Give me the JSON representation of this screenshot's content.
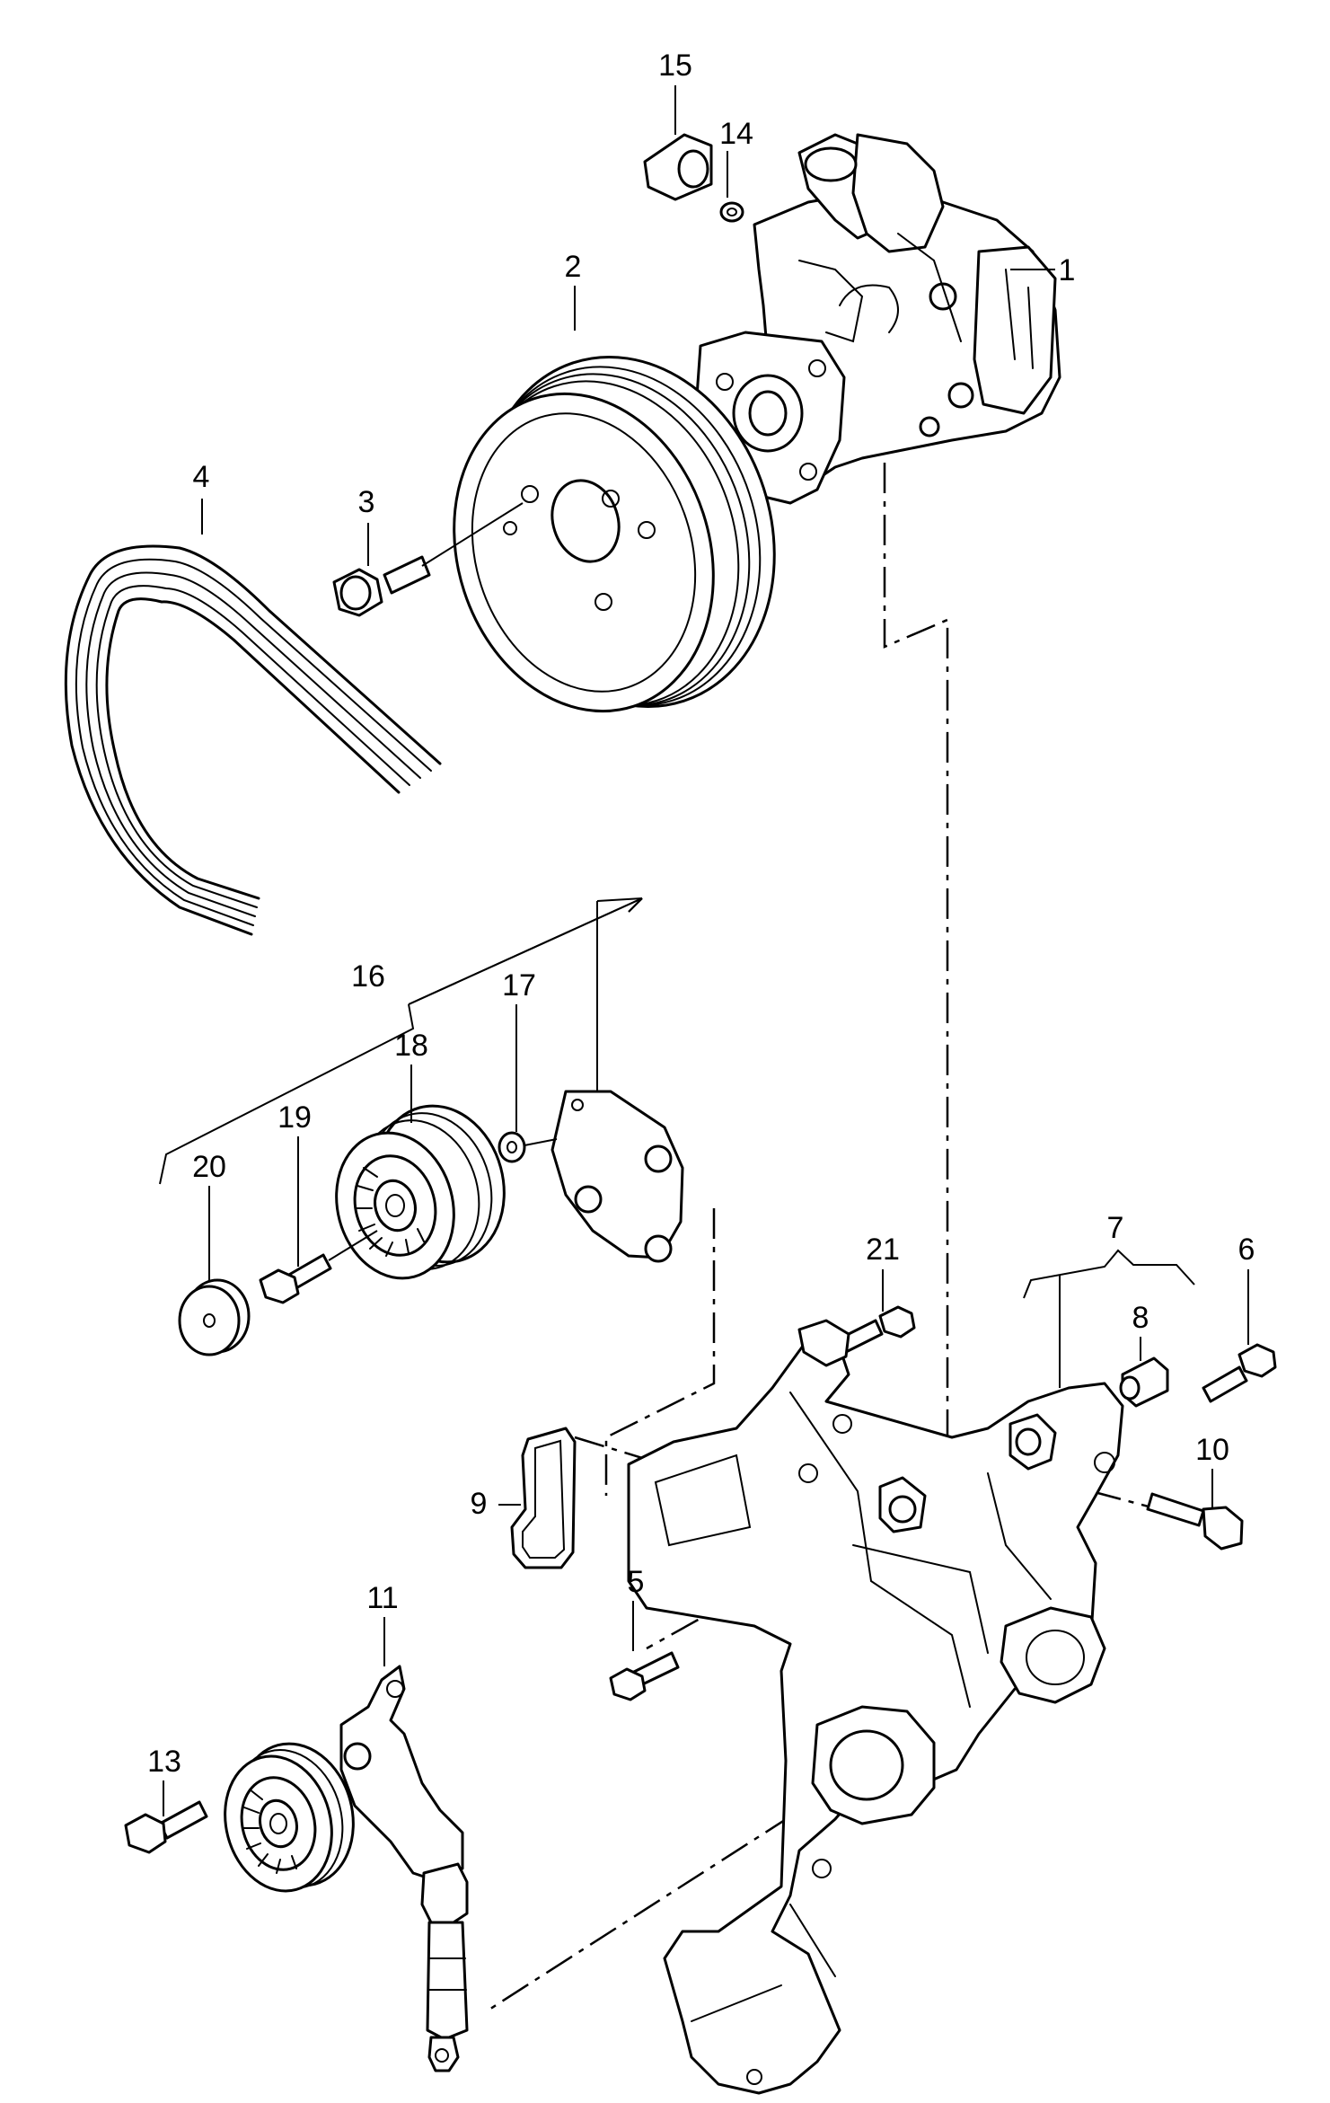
{
  "diagram": {
    "labels": {
      "p1": "1",
      "p2": "2",
      "p3": "3",
      "p4": "4",
      "p5": "5",
      "p6": "6",
      "p7": "7",
      "p8": "8",
      "p9": "9",
      "p10": "10",
      "p11": "11",
      "p13": "13",
      "p14": "14",
      "p15": "15",
      "p16": "16",
      "p17": "17",
      "p18": "18",
      "p19": "19",
      "p20": "20",
      "p21": "21"
    }
  }
}
